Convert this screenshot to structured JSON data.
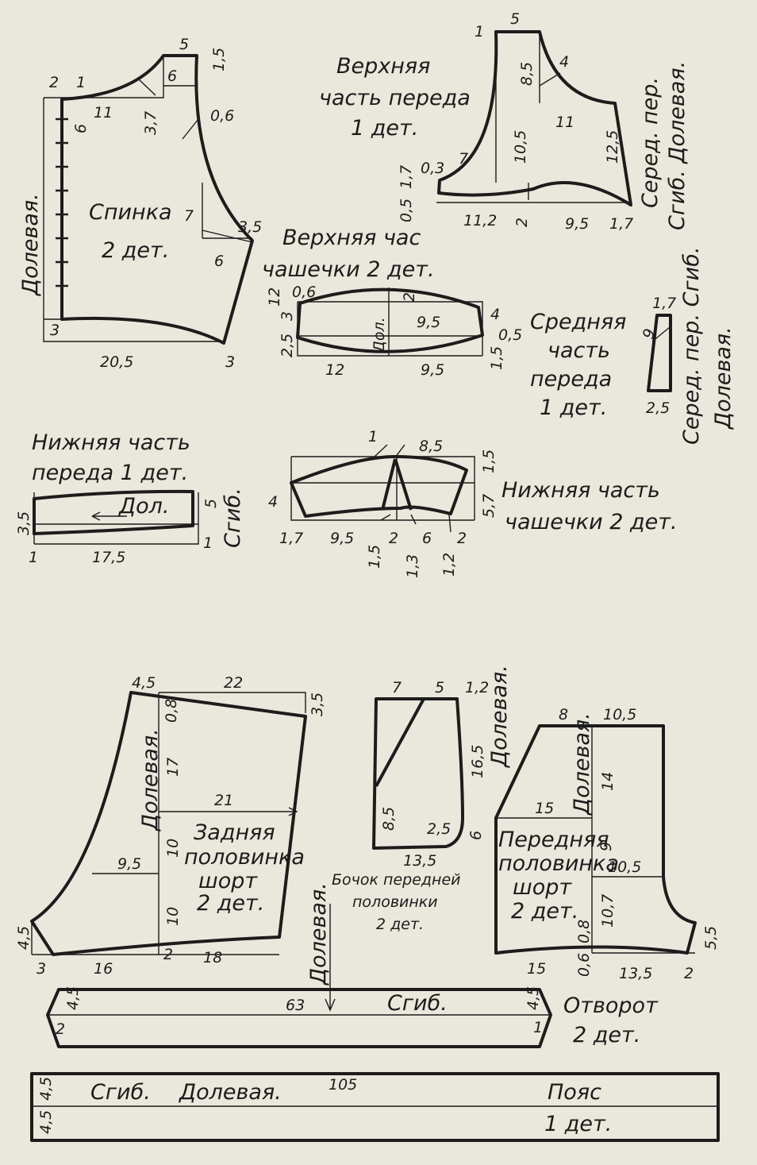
{
  "spinka": {
    "name_1": "Спинка",
    "name_2": "2 дет.",
    "grain": "Долевая.",
    "dims": [
      "2",
      "1",
      "5",
      "1,5",
      "6",
      "11",
      "3,7",
      "0,6",
      "7",
      "3,5",
      "6",
      "3",
      "20,5",
      "3",
      "6"
    ]
  },
  "upper_front": {
    "name_1": "Верхняя",
    "name_2": "часть переда",
    "name_3": "1 дет.",
    "side_1": "Серед. пер.",
    "side_2": "Сгиб. Долевая.",
    "dims": [
      "1",
      "5",
      "8,5",
      "4",
      "11",
      "10,5",
      "12,5",
      "7",
      "1,7",
      "0,3",
      "0,5",
      "11,2",
      "2",
      "9,5",
      "1,7"
    ]
  },
  "upper_cup": {
    "name_1": "Верхняя час",
    "name_2": "чашечки 2 дет.",
    "grain": "Дол.",
    "dims": [
      "12",
      "0,6",
      "3",
      "2",
      "9,5",
      "4",
      "0,5",
      "2,5",
      "1,5",
      "12",
      "9,5"
    ]
  },
  "middle_front": {
    "name_1": "Средняя",
    "name_2": "часть",
    "name_3": "переда",
    "name_4": "1 дет.",
    "side_1": "Серед. пер. Сгиб.",
    "side_2": "Долевая.",
    "dims": [
      "1,7",
      "9",
      "2,5"
    ]
  },
  "lower_front": {
    "name_1": "Нижняя часть",
    "name_2": "переда 1 дет.",
    "grain": "Дол.",
    "fold": "Сгиб.",
    "dims": [
      "3,5",
      "5",
      "1",
      "17,5",
      "1"
    ]
  },
  "lower_cup": {
    "name_1": "Нижняя часть",
    "name_2": "чашечки 2 дет.",
    "dims": [
      "1",
      "8,5",
      "1,5",
      "4",
      "5,7",
      "1,7",
      "9,5",
      "2",
      "6",
      "2",
      "1,5",
      "1,3",
      "1,2"
    ]
  },
  "back_shorts": {
    "name_1": "Задняя",
    "name_2": "половинка",
    "name_3": "шорт",
    "name_4": "2 дет.",
    "grain": "Долевая.",
    "dims": [
      "4,5",
      "22",
      "0,8",
      "3,5",
      "17",
      "21",
      "9,5",
      "10",
      "10",
      "4,5",
      "3",
      "16",
      "2",
      "18"
    ]
  },
  "side_piece": {
    "name_1": "Бочок передней",
    "name_2": "половинки",
    "name_3": "2 дет.",
    "grain": "Долевая.",
    "dims": [
      "7",
      "5",
      "1,2",
      "16,5",
      "8,5",
      "2,5",
      "6",
      "13,5"
    ]
  },
  "front_shorts": {
    "name_1": "Передняя",
    "name_2": "половинка",
    "name_3": "шорт",
    "name_4": "2 дет.",
    "grain": "Долевая.",
    "dims": [
      "8",
      "10,5",
      "14",
      "15",
      "9",
      "10,5",
      "10,7",
      "0,8",
      "5,5",
      "15",
      "0,6",
      "13,5",
      "2"
    ]
  },
  "cuff": {
    "name_1": "Отворот",
    "name_2": "2 дет.",
    "grain": "Долевая.",
    "fold": "Сгиб.",
    "dims": [
      "4,5",
      "63",
      "4,5",
      "2",
      "1"
    ]
  },
  "belt": {
    "name_1": "Пояс",
    "name_2": "1 дет.",
    "fold": "Сгиб.",
    "grain": "Долевая.",
    "dims": [
      "4,5",
      "105",
      "4,5"
    ]
  }
}
